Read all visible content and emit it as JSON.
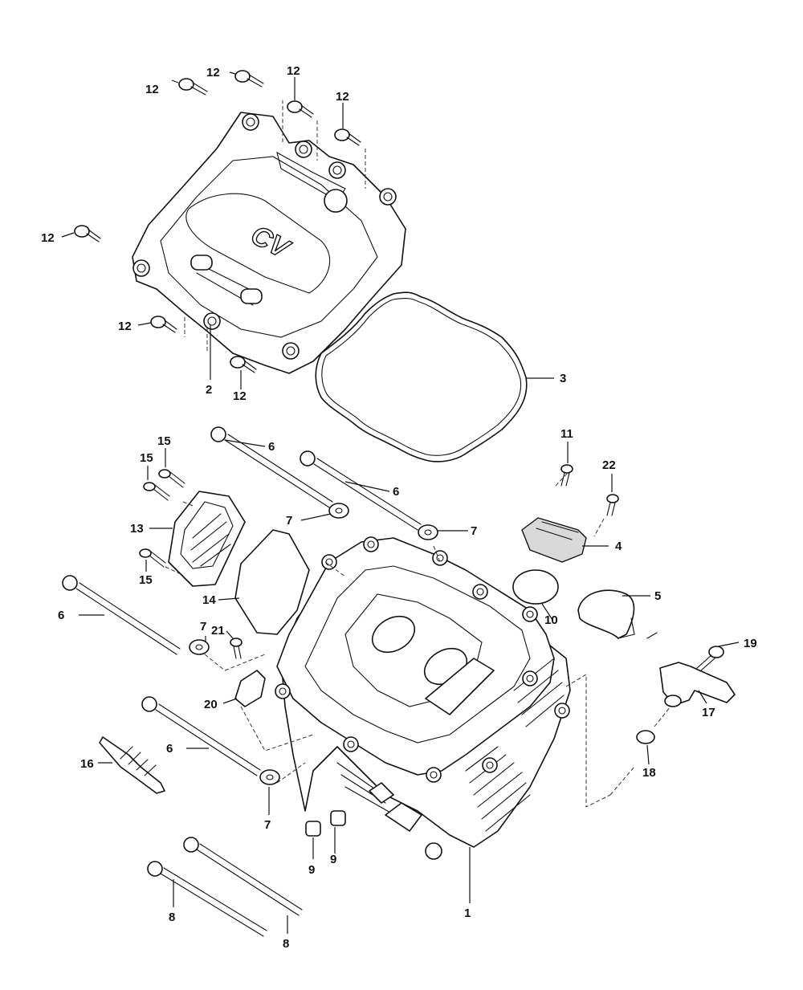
{
  "callouts": {
    "c1": "1",
    "c2": "2",
    "c3": "3",
    "c4": "4",
    "c5": "5",
    "c6a": "6",
    "c6b": "6",
    "c6c": "6",
    "c6d": "6",
    "c7a": "7",
    "c7b": "7",
    "c7c": "7",
    "c7d": "7",
    "c8a": "8",
    "c8b": "8",
    "c9a": "9",
    "c9b": "9",
    "c10": "10",
    "c11": "11",
    "c12a": "12",
    "c12b": "12",
    "c12c": "12",
    "c12d": "12",
    "c12e": "12",
    "c12f": "12",
    "c12g": "12",
    "c13": "13",
    "c14": "14",
    "c15a": "15",
    "c15b": "15",
    "c15c": "15",
    "c16": "16",
    "c17": "17",
    "c18": "18",
    "c19": "19",
    "c20": "20",
    "c21": "21",
    "c22": "22"
  },
  "logo_text": "CV"
}
